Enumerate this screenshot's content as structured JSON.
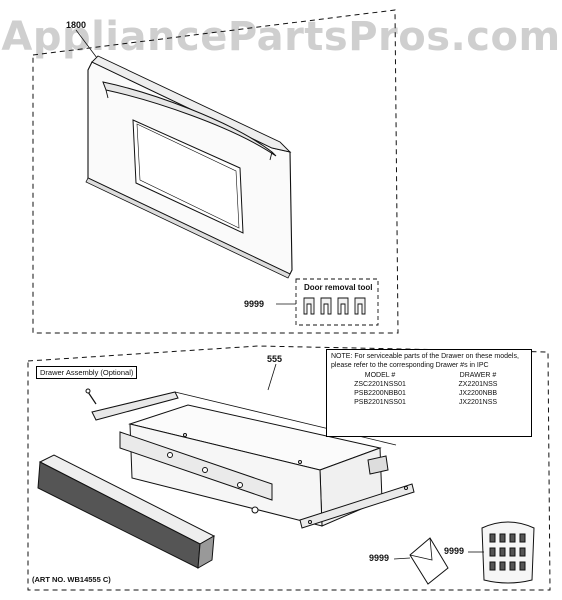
{
  "watermark": "AppliancePartsPros.com",
  "labels": {
    "door_part": "1800",
    "door_tool_part": "9999",
    "drawer_part": "555",
    "envelope_part": "9999",
    "screws_part": "9999"
  },
  "door_removal_tool_title": "Door removal tool",
  "drawer_assembly_title": "Drawer Assembly (Optional)",
  "note": {
    "text": "NOTE: For serviceable parts of the Drawer on these models, please refer to the corresponding Drawer #s in IPC",
    "header_model": "MODEL #",
    "header_drawer": "DRAWER #",
    "rows": [
      {
        "model": "ZSC2201NSS01",
        "drawer": "ZX2201NSS"
      },
      {
        "model": "PSB2200NBB01",
        "drawer": "JX2200NBB"
      },
      {
        "model": "PSB2201NSS01",
        "drawer": "JX2201NSS"
      }
    ]
  },
  "art_number": "(ART NO. WB14555 C)",
  "colors": {
    "line": "#111111",
    "watermark": "#cfcfcf"
  }
}
